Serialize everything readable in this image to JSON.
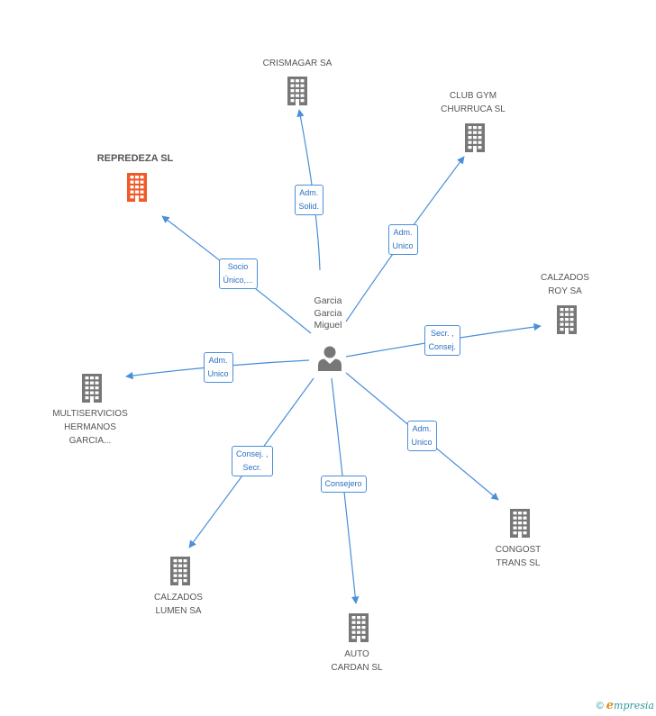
{
  "center": {
    "name_lines": [
      "Garcia",
      "Garcia",
      "Miguel"
    ]
  },
  "companies": [
    {
      "key": "crismagar",
      "lines": [
        "CRISMAGAR SA"
      ],
      "highlight": false
    },
    {
      "key": "clubgym",
      "lines": [
        "CLUB GYM",
        "CHURRUCA SL"
      ],
      "highlight": false
    },
    {
      "key": "represdeza",
      "lines": [
        "REPREDEZA SL"
      ],
      "highlight": true
    },
    {
      "key": "calzadosroy",
      "lines": [
        "CALZADOS",
        "ROY SA"
      ],
      "highlight": false
    },
    {
      "key": "multiservicios",
      "lines": [
        "MULTISERVICIOS",
        "HERMANOS",
        "GARCIA..."
      ],
      "highlight": false
    },
    {
      "key": "congost",
      "lines": [
        "CONGOST",
        "TRANS SL"
      ],
      "highlight": false
    },
    {
      "key": "calzadoslumen",
      "lines": [
        "CALZADOS",
        "LUMEN SA"
      ],
      "highlight": false
    },
    {
      "key": "autocardan",
      "lines": [
        "AUTO",
        "CARDAN SL"
      ],
      "highlight": false
    }
  ],
  "relations": [
    {
      "to": "crismagar",
      "lines": [
        "Adm.",
        "Solid."
      ]
    },
    {
      "to": "clubgym",
      "lines": [
        "Adm.",
        "Unico"
      ]
    },
    {
      "to": "represdeza",
      "lines": [
        "Socio",
        "Único,..."
      ]
    },
    {
      "to": "calzadosroy",
      "lines": [
        "Secr. ,",
        "Consej."
      ]
    },
    {
      "to": "multiservicios",
      "lines": [
        "Adm.",
        "Unico"
      ]
    },
    {
      "to": "congost",
      "lines": [
        "Adm.",
        "Unico"
      ]
    },
    {
      "to": "calzadoslumen",
      "lines": [
        "Consej. ,",
        "Secr."
      ]
    },
    {
      "to": "autocardan",
      "lines": [
        "Consejero"
      ]
    }
  ],
  "colors": {
    "edge": "#4a8fd9",
    "building": "#777777",
    "building_highlight": "#f05a28",
    "person": "#777777"
  },
  "icons": {
    "company": "building-icon",
    "person": "person-icon"
  },
  "footer": {
    "copyright_symbol": "©",
    "brand_initial": "e",
    "brand_rest": "mpresia"
  }
}
